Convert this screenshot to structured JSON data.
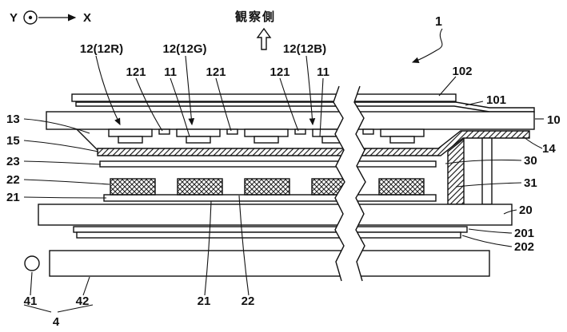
{
  "figure": {
    "axis_y": "Y",
    "axis_x": "X",
    "viewing_side": "観察側",
    "figure_ref": "1"
  },
  "labels": {
    "l12r": "12(12R)",
    "l12g": "12(12G)",
    "l12b": "12(12B)",
    "l121_1": "121",
    "l11_1": "11",
    "l121_2": "121",
    "l121_3": "121",
    "l11_2": "11",
    "l102": "102",
    "l101": "101",
    "l10": "10",
    "l14": "14",
    "l30": "30",
    "l31": "31",
    "l20": "20",
    "l201": "201",
    "l202": "202",
    "l13": "13",
    "l15": "15",
    "l23": "23",
    "l22": "22",
    "l21": "21",
    "l41": "41",
    "l42": "42",
    "l4": "4",
    "l21b": "21",
    "l22b": "22"
  }
}
